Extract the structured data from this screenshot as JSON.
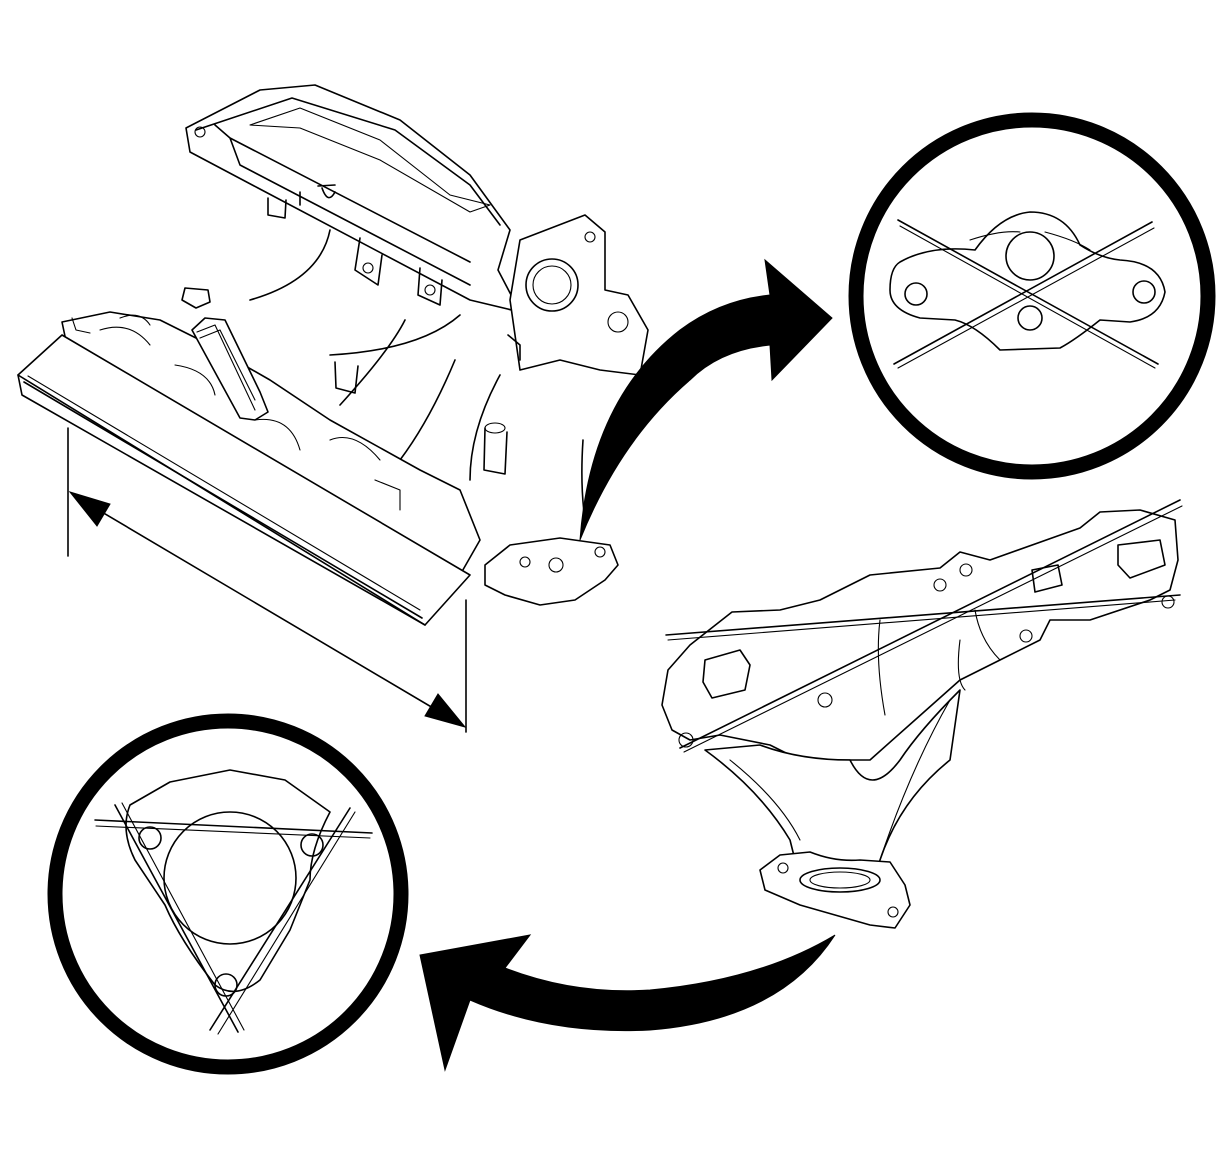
{
  "figure": {
    "kind": "technical-illustration",
    "subject_parts": [
      "intake-manifold",
      "exhaust-manifold",
      "straightedge",
      "flange-detail-callouts"
    ],
    "colors": {
      "line": "#000000",
      "background": "#ffffff"
    },
    "callouts": [
      {
        "id": "upper-right",
        "detail": "two-bolt-flange-crossed-straightedges"
      },
      {
        "id": "lower-left",
        "detail": "three-bolt-flange-triangulated-straightedges"
      }
    ]
  }
}
